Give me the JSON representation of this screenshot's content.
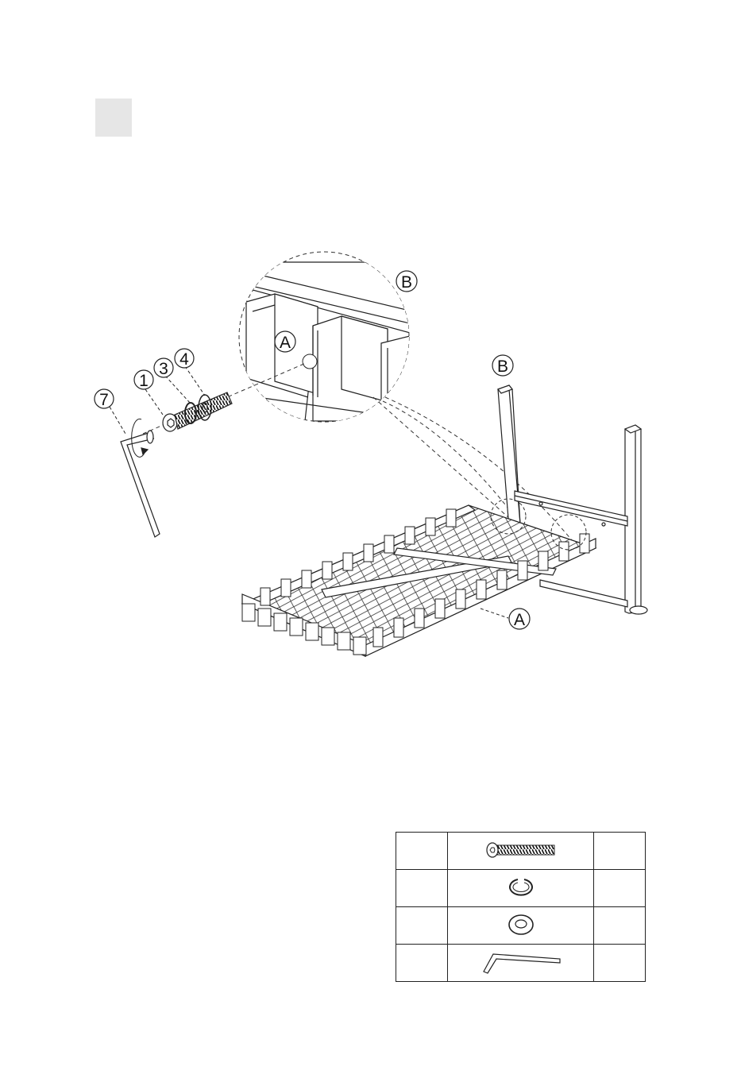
{
  "callouts": {
    "b_top": "B",
    "a_detail": "A",
    "b_frame": "B",
    "a_seat": "A",
    "n1": "1",
    "n3": "3",
    "n4": "4",
    "n7": "7"
  },
  "parts_table": {
    "rows": [
      {
        "part": "bolt-icon",
        "left": "",
        "right": ""
      },
      {
        "part": "spring-washer-icon",
        "left": "",
        "right": ""
      },
      {
        "part": "flat-washer-icon",
        "left": "",
        "right": ""
      },
      {
        "part": "allen-key-icon",
        "left": "",
        "right": ""
      }
    ]
  },
  "colors": {
    "line": "#222222",
    "step_box": "#e6e6e6"
  }
}
